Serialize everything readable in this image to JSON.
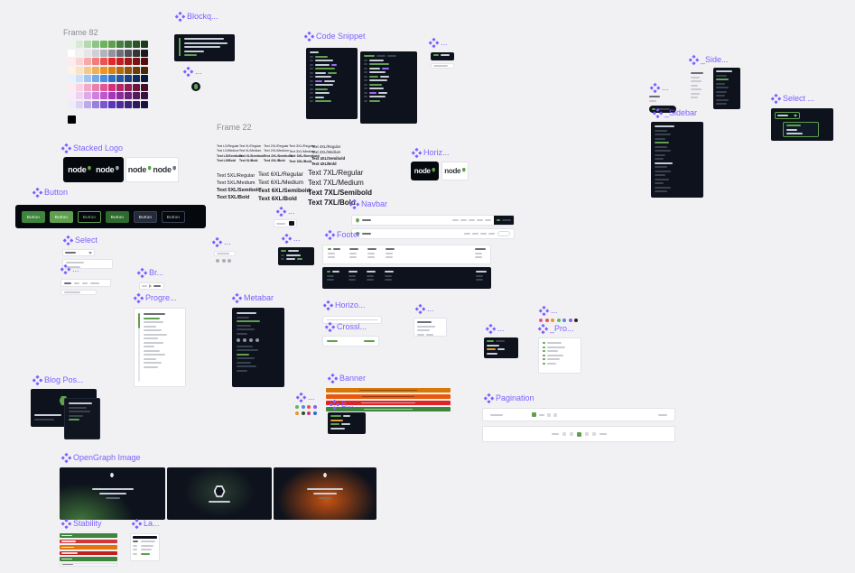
{
  "app": {
    "background": "#F1F1F4",
    "component_accent": "#7B61FF"
  },
  "icons": {
    "component": "component-diamond",
    "logo": "nodejs-hexagon",
    "dropdown": "chevron-down",
    "breadcrumb_sep": "chevron-right"
  },
  "palette_rows": [
    [
      "#EDF4EC",
      "#D8EAD5",
      "#B5D8AF",
      "#8FC487",
      "#6CB25F",
      "#5FA04E",
      "#468040",
      "#376B32",
      "#2A5326",
      "#1E3C1B"
    ],
    [
      "#FFFFFF",
      "#F2F2F3",
      "#E6E6E8",
      "#CFCFD4",
      "#B3B3BB",
      "#92929D",
      "#6E6E7A",
      "#505059",
      "#333338",
      "#1A1A1E"
    ],
    [
      "#FDECEC",
      "#FAD4D4",
      "#F5A9A9",
      "#F07D7D",
      "#EB5252",
      "#E62727",
      "#C21F1F",
      "#9E1818",
      "#7A1212",
      "#560C0C"
    ],
    [
      "#FDF3E7",
      "#FAE2C4",
      "#F5C98E",
      "#F0AF58",
      "#EB9622",
      "#D98112",
      "#B56A0E",
      "#91540A",
      "#6D3F07",
      "#492A04"
    ],
    [
      "#EAF1FB",
      "#CFE0F6",
      "#A3C4EE",
      "#76A8E5",
      "#4A8CDD",
      "#2D6FC5",
      "#2458A1",
      "#1B427D",
      "#122C59",
      "#0A1B38"
    ],
    [
      "#FCEBF3",
      "#F8D2E3",
      "#F1A9C9",
      "#EA7FAE",
      "#E35694",
      "#D62F7C",
      "#B32767",
      "#8F1F52",
      "#6B173E",
      "#470F29"
    ],
    [
      "#F8EBFA",
      "#EFD2F3",
      "#DFA9E8",
      "#CF7FDC",
      "#BF56D0",
      "#A935BC",
      "#8D2C9D",
      "#70237D",
      "#541A5E",
      "#38113E"
    ],
    [
      "#F0EBFA",
      "#DCD2F3",
      "#BCA9E8",
      "#9B7FDC",
      "#7B56D0",
      "#5D35BC",
      "#4E2C9D",
      "#3E237D",
      "#2F1A5E",
      "#1F113E"
    ]
  ],
  "palette_black": "#000000",
  "frames": {
    "frame82": {
      "label": "Frame 82"
    },
    "blockquote": {
      "label": "Blockq..."
    },
    "logo_glyph": {
      "label": "..."
    },
    "code_snippet": {
      "label": "Code Snippet"
    },
    "code_mini": {
      "label": "..."
    },
    "side_collapsed": {
      "label": "_Side..."
    },
    "nav_mini": {
      "label": "..."
    },
    "select_dark": {
      "label": "Select ..."
    },
    "sidebar": {
      "label": "_Sidebar"
    },
    "stacked_logo": {
      "label": "Stacked Logo",
      "wordmark": "node"
    },
    "horiz_logo": {
      "label": "Horiz...",
      "wordmark": "node"
    },
    "frame22": {
      "label": "Frame 22",
      "typography": {
        "small": [
          [
            "Text LG/Regular",
            "Text LG/Medium",
            "Text LG/Semibold",
            "Text LG/Bold"
          ],
          [
            "Text XL/Regular",
            "Text XL/Medium",
            "Text XL/Semibold",
            "Text XL/Bold"
          ],
          [
            "Text 2XL/Regular",
            "Text 2XL/Medium",
            "Text 2XL/Semibold",
            "Text 2XL/Bold"
          ],
          [
            "Text 3XL/Regular",
            "Text 3XL/Medium",
            "Text 3XL/Semibold",
            "Text 3XL/Bold"
          ],
          [
            "Text 4XL/Regular",
            "Text 4XL/Medium",
            "Text 4XL/Semibold",
            "Text 4XL/Bold"
          ]
        ],
        "large": [
          [
            "Text 5XL/Regular",
            "Text 5XL/Medium",
            "Text 5XL/Semibold",
            "Text 5XL/Bold"
          ],
          [
            "Text 6XL/Regular",
            "Text 6XL/Medium",
            "Text 6XL/Semibold",
            "Text 6XL/Bold"
          ],
          [
            "Text 7XL/Regular",
            "Text 7XL/Medium",
            "Text 7XL/Semibold",
            "Text 7XL/Bold"
          ]
        ]
      }
    },
    "button": {
      "label": "Button",
      "button_label": "Button"
    },
    "search_mini": {
      "label": "..."
    },
    "navbar": {
      "label": "Navbar"
    },
    "select_light": {
      "label": "Select"
    },
    "textbox_mini": {
      "label": "...",
      "dots": [
        "#A9AEB6",
        "#A9AEB6",
        "#A9AEB6"
      ]
    },
    "codebox_mini": {
      "label": "..."
    },
    "footer": {
      "label": "Footer"
    },
    "metabar_mini": {
      "label": "..."
    },
    "breadcrumb": {
      "label": "Br..."
    },
    "progression": {
      "label": "Progre..."
    },
    "metabar": {
      "label": "Metabar"
    },
    "horizontal_rule": {
      "label": "Horizo..."
    },
    "author_mini": {
      "label": "..."
    },
    "crosslink": {
      "label": "Crossl..."
    },
    "codetabs_mini": {
      "label": "..."
    },
    "dot_palette": {
      "label": "...",
      "colors": [
        "#E35694",
        "#EB5252",
        "#EB9622",
        "#6CB25F",
        "#4A8CDD",
        "#8B5CF6",
        "#23262B"
      ]
    },
    "progression_mini": {
      "label": "_Pro..."
    },
    "banner": {
      "label": "Banner",
      "colors": [
        "#D97706",
        "#EA580C",
        "#DC2626",
        "#3E863D"
      ]
    },
    "badge_mini": {
      "label": "B..."
    },
    "blog_posts": {
      "label": "Blog Pos..."
    },
    "dot_grid": {
      "label": "...",
      "rows": [
        [
          "#6CB25F",
          "#4A8CDD",
          "#EB5252",
          "#8B5CF6"
        ],
        [
          "#EB9622",
          "#2A5326",
          "#D62F7C",
          "#2D6FC5"
        ]
      ]
    },
    "pagination": {
      "label": "Pagination"
    },
    "og_image": {
      "label": "OpenGraph Image"
    },
    "stability": {
      "label": "Stability",
      "colors": [
        "#3E863D",
        "#D43535",
        "#E0760C",
        "#C21F1F",
        "#3E863D",
        "#F4F5F7"
      ]
    },
    "layout_mini": {
      "label": "La..."
    }
  }
}
